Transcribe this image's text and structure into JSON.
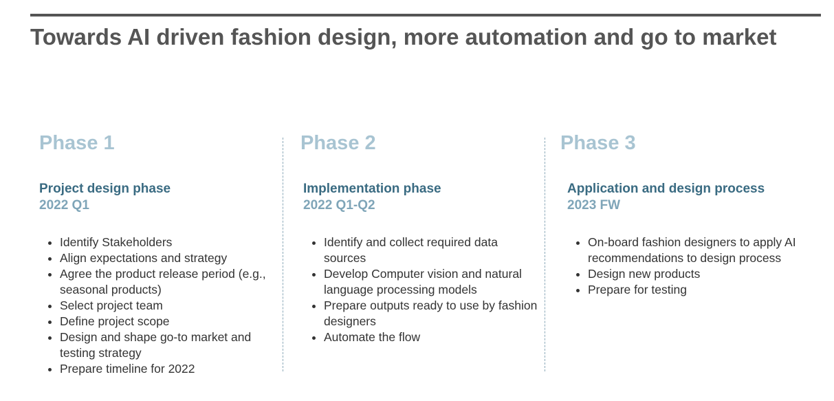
{
  "title": "Towards AI driven fashion design, more automation and go to market",
  "phases": [
    {
      "label": "Phase 1",
      "name": "Project design phase",
      "date": "2022 Q1",
      "items": [
        "Identify Stakeholders",
        "Align expectations and strategy",
        "Agree the product release period (e.g., seasonal products)",
        "Select project team",
        "Define project scope",
        "Design and shape go-to market and testing strategy",
        "Prepare timeline for 2022"
      ]
    },
    {
      "label": "Phase 2",
      "name": "Implementation phase",
      "date": "2022 Q1-Q2",
      "items": [
        "Identify and collect required data sources",
        "Develop Computer vision and natural language processing models",
        "Prepare outputs ready to use by fashion designers",
        "Automate the flow"
      ]
    },
    {
      "label": "Phase 3",
      "name": "Application and design process",
      "date": "2023 FW",
      "items": [
        "On-board fashion designers to apply AI recommendations to design process",
        "Design new products",
        "Prepare for testing"
      ]
    }
  ]
}
